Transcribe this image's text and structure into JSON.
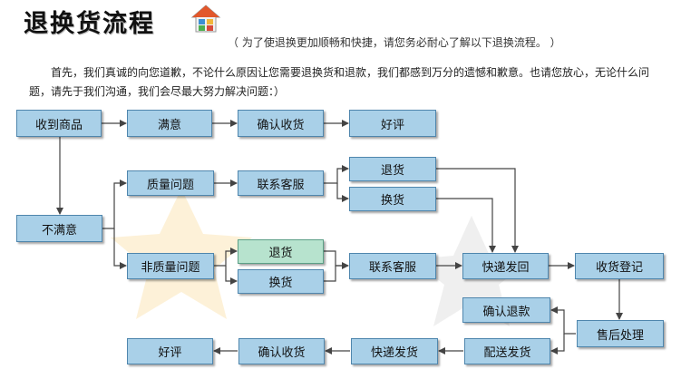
{
  "header": {
    "title": "退换货流程",
    "subtitle": "（ 为了使退换更加顺畅和快捷，请您务必耐心了解以下退换流程。 ）",
    "intro": "首先，我们真诚的向您道歉，不论什么原因让您需要退换货和退款，我们都感到万分的遗憾和歉意。也请您放心，无论什么问题，请先于我们沟通，我们会尽最大努力解决问题：）"
  },
  "icons": {
    "logo": "house-icon"
  },
  "colors": {
    "box_fill": "#a9d0e8",
    "box_fill_alt": "#b7e3ce",
    "box_border": "#4f86ad",
    "arrow": "#444444"
  },
  "nodes": {
    "receive_goods": "收到商品",
    "satisfied": "满意",
    "confirm_receipt_top": "确认收货",
    "good_review_top": "好评",
    "not_satisfied": "不满意",
    "quality_issue": "质量问题",
    "contact_service_a": "联系客服",
    "return_a": "退货",
    "exchange_a": "换货",
    "non_quality_issue": "非质量问题",
    "return_b": "退货",
    "exchange_b": "换货",
    "contact_service_b": "联系客服",
    "express_return": "快递发回",
    "receipt_register": "收货登记",
    "confirm_refund": "确认退款",
    "after_sales": "售后处理",
    "delivery_ship": "配送发货",
    "express_ship": "快递发货",
    "confirm_receipt_bottom": "确认收货",
    "good_review_bottom": "好评"
  }
}
